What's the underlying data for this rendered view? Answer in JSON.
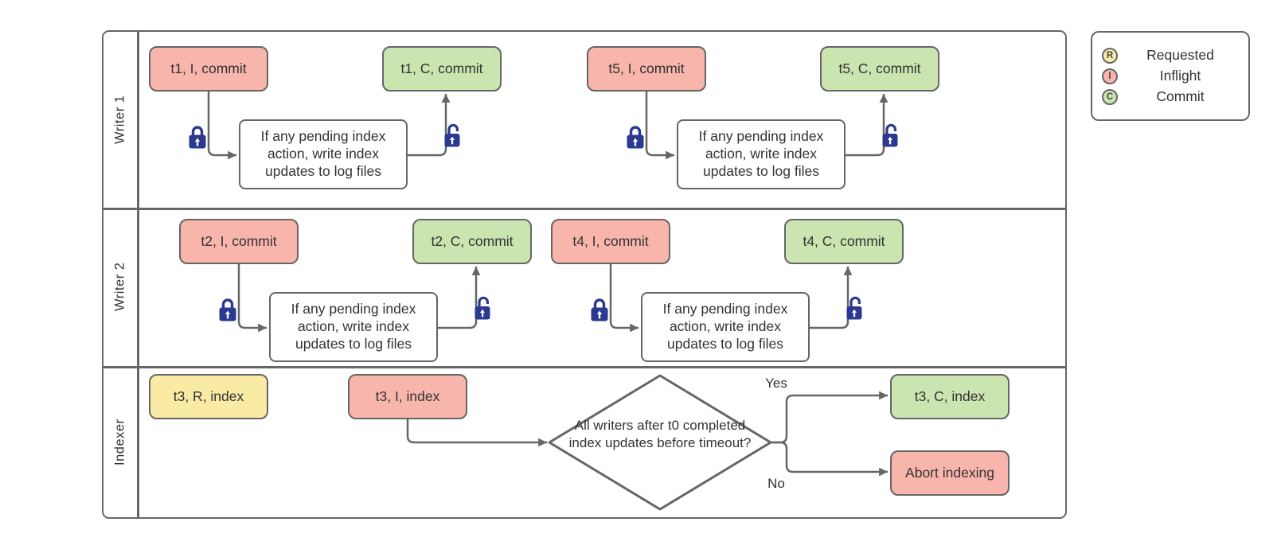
{
  "diagram": {
    "lanes": {
      "writer1": "Writer 1",
      "writer2": "Writer 2",
      "indexer": "Indexer"
    },
    "pending_text": "If any pending index action, write index updates to log files",
    "nodes": {
      "t1_i": "t1, I, commit",
      "t1_c": "t1, C, commit",
      "t5_i": "t5, I, commit",
      "t5_c": "t5, C, commit",
      "t2_i": "t2, I, commit",
      "t2_c": "t2, C, commit",
      "t4_i": "t4, I, commit",
      "t4_c": "t4, C, commit",
      "t3_r": "t3, R, index",
      "t3_i": "t3, I, index",
      "t3_c": "t3, C, index",
      "abort": "Abort indexing"
    },
    "decision": "All writers after t0 completed index updates before timeout?",
    "branches": {
      "yes": "Yes",
      "no": "No"
    }
  },
  "legend": {
    "items": [
      {
        "letter": "R",
        "label": "Requested",
        "color": "#FAEBA4"
      },
      {
        "letter": "I",
        "label": "Inflight",
        "color": "#F8B5AB"
      },
      {
        "letter": "C",
        "label": "Commit",
        "color": "#CBE5B0"
      }
    ]
  },
  "colors": {
    "inflight": "#F8B5AB",
    "commit": "#CBE5B0",
    "requested": "#FAEBA4",
    "stroke": "#666666",
    "lock": "#2B3990",
    "text": "#333333"
  }
}
